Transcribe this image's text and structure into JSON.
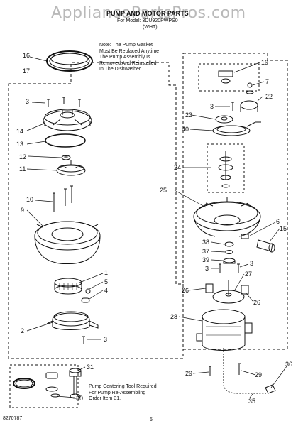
{
  "watermark": "AppliancePartsPros.com",
  "header": {
    "title": "PUMP AND MOTOR PARTS",
    "subtitle": "For Model: 3DU920PWPS0",
    "code": "(WHT)"
  },
  "note_lines": [
    "Note: The Pump Gasket",
    "Must Be Replaced Anytime",
    "The Pump Assembly Is",
    "Removed And Reinstalled",
    "In The Dishwasher."
  ],
  "tool_note_lines": [
    "Pump Centering Tool Required",
    "For Pump Re-Assembling",
    "Order Item 31."
  ],
  "footer": {
    "left": "8270787",
    "page": "5"
  },
  "callouts": [
    {
      "label": "16"
    },
    {
      "label": "17"
    },
    {
      "label": "3"
    },
    {
      "label": "14"
    },
    {
      "label": "13"
    },
    {
      "label": "12"
    },
    {
      "label": "11"
    },
    {
      "label": "10"
    },
    {
      "label": "9"
    },
    {
      "label": "1"
    },
    {
      "label": "5"
    },
    {
      "label": "4"
    },
    {
      "label": "2"
    },
    {
      "label": "3"
    },
    {
      "label": "19"
    },
    {
      "label": "7"
    },
    {
      "label": "22"
    },
    {
      "label": "3"
    },
    {
      "label": "23"
    },
    {
      "label": "40"
    },
    {
      "label": "24"
    },
    {
      "label": "25"
    },
    {
      "label": "6"
    },
    {
      "label": "15"
    },
    {
      "label": "38"
    },
    {
      "label": "37"
    },
    {
      "label": "39"
    },
    {
      "label": "3"
    },
    {
      "label": "3"
    },
    {
      "label": "27"
    },
    {
      "label": "26"
    },
    {
      "label": "26"
    },
    {
      "label": "28"
    },
    {
      "label": "31"
    },
    {
      "label": "30"
    },
    {
      "label": "29"
    },
    {
      "label": "29"
    },
    {
      "label": "36"
    },
    {
      "label": "35"
    }
  ]
}
